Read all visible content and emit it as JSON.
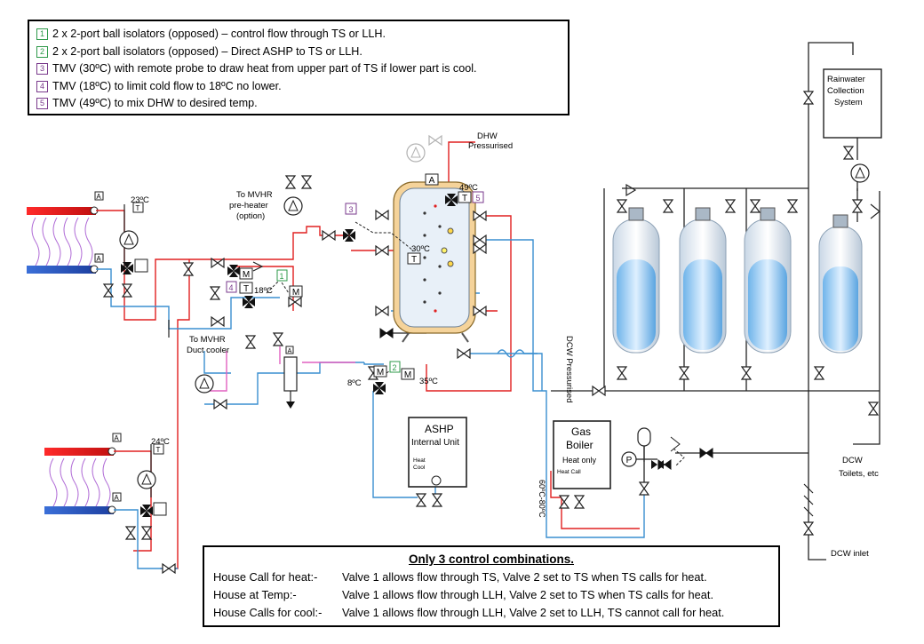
{
  "legend": {
    "items": [
      {
        "num": "1",
        "color": "#2e9a4a",
        "text": "2 x 2-port ball isolators (opposed) – control flow through  TS or LLH."
      },
      {
        "num": "2",
        "color": "#2e9a4a",
        "text": "2 x 2-port ball isolators (opposed) – Direct ASHP to TS or LLH."
      },
      {
        "num": "3",
        "color": "#7a3a8c",
        "text": "TMV (30ºC) with remote probe to draw heat from upper part of TS if lower part is cool."
      },
      {
        "num": "4",
        "color": "#7a3a8c",
        "text": "TMV (18ºC) to limit cold flow to 18ºC no lower."
      },
      {
        "num": "5",
        "color": "#7a3a8c",
        "text": "TMV (49ºC) to mix DHW to desired temp."
      }
    ]
  },
  "labels": {
    "t23": "23ºC",
    "t24": "24ºC",
    "t18": "18ºC",
    "t30": "30ºC",
    "t49": "49ºC",
    "t8": "8ºC",
    "t35": "35ºC",
    "mvhr_pre_1": "To MVHR",
    "mvhr_pre_2": "pre-heater",
    "mvhr_pre_3": "(option)",
    "mvhr_duct_1": "To MVHR",
    "mvhr_duct_2": "Duct cooler",
    "dhw_1": "DHW",
    "dhw_2": "Pressurised",
    "dcw_press": "DCW Pressurised",
    "rain_1": "Rainwater",
    "rain_2": "Collection",
    "rain_3": "System",
    "dcw_toilets_1": "DCW",
    "dcw_toilets_2": "Toilets, etc",
    "dcw_inlet": "DCW inlet",
    "ashp_1": "ASHP",
    "ashp_2": "Internal Unit",
    "ashp_heat": "Heat",
    "ashp_cool": "Cool",
    "boiler_1": "Gas",
    "boiler_2": "Boiler",
    "boiler_3": "Heat only",
    "boiler_call": "Heat Call",
    "boiler_temp": "60ºC-80ºC",
    "a": "A",
    "t": "T",
    "m": "M",
    "p": "P",
    "n1": "1",
    "n2": "2",
    "n3": "3",
    "n4": "4",
    "n5": "5"
  },
  "controls": {
    "title": "Only 3 control combinations.",
    "rows": [
      {
        "label": "House Call for heat:-",
        "text": "Valve 1 allows flow through TS, Valve 2 set to TS when TS calls for heat."
      },
      {
        "label": "House at Temp:-",
        "text": "Valve 1 allows flow through LLH, Valve 2 set to TS when TS calls for heat."
      },
      {
        "label": "House Calls for cool:-",
        "text": "Valve 1 allows flow through LLH, Valve 2 set to LLH, TS cannot call for heat."
      }
    ]
  },
  "colors": {
    "hot": "#e02020",
    "cold": "#3a8fd0",
    "cool": "#e060c0",
    "line": "#222222",
    "tank_insulation": "#f5d39a",
    "tank_body": "#e8f0f8",
    "vessel_water": "#a9d4f5"
  }
}
